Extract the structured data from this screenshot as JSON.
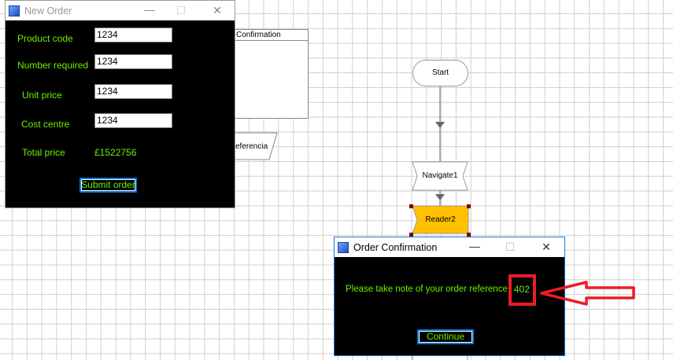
{
  "background": {
    "confirmation_box_title": "Confirmation",
    "referencia_label": "eferencia",
    "flow": {
      "start": "Start",
      "navigate": "Navigate1",
      "reader": "Reader2"
    }
  },
  "new_order": {
    "title": "New Order",
    "fields": [
      {
        "label": "Product code",
        "value": "1234"
      },
      {
        "label": "Number required",
        "value": "1234"
      },
      {
        "label": "Unit price",
        "value": "1234"
      },
      {
        "label": "Cost centre",
        "value": "1234"
      }
    ],
    "total_label": "Total price",
    "total_value": "£1522756",
    "submit_label": "Submit order"
  },
  "confirmation": {
    "title": "Order Confirmation",
    "message": "Please take note of your order reference",
    "reference": "402",
    "continue_label": "Continue"
  },
  "colors": {
    "accent_text": "#6cf000",
    "reader_fill": "#FFC000",
    "annotation": "#ed1c24"
  }
}
